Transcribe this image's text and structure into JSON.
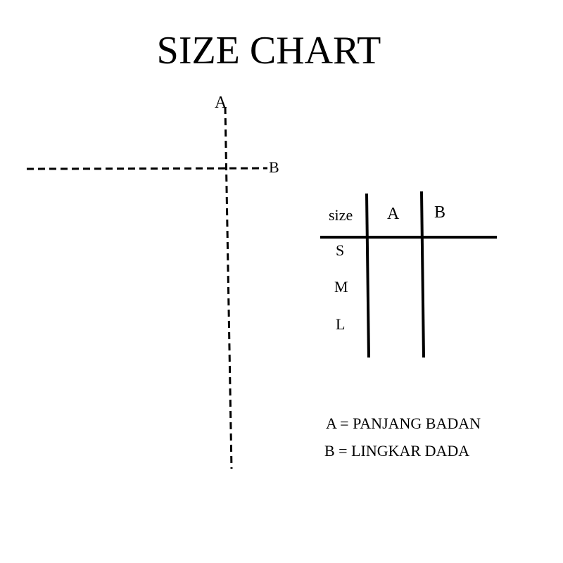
{
  "title": "SIZE CHART",
  "measure_labels": {
    "a": "A",
    "b": "B"
  },
  "table": {
    "header": [
      "size",
      "A",
      "B"
    ],
    "sizes": [
      "S",
      "M",
      "L"
    ]
  },
  "legend": [
    {
      "key": "A",
      "text": "A = PANJANG BADAN"
    },
    {
      "key": "B",
      "text": "B = LINGKAR DADA"
    }
  ]
}
